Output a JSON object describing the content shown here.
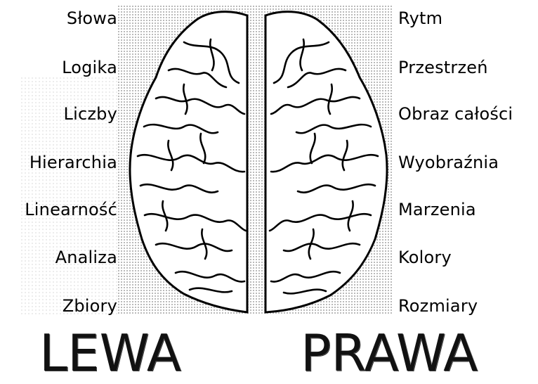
{
  "left_traits": [
    "Słowa",
    "Logika",
    "Liczby",
    "Hierarchia",
    "Linearność",
    "Analiza",
    "Zbiory"
  ],
  "right_traits": [
    "Rytm",
    "Przestrzeń",
    "Obraz całości",
    "Wyobraźnia",
    "Marzenia",
    "Kolory",
    "Rozmiary"
  ],
  "left_hemisphere_title": "LEWA",
  "right_hemisphere_title": "PRAWA"
}
